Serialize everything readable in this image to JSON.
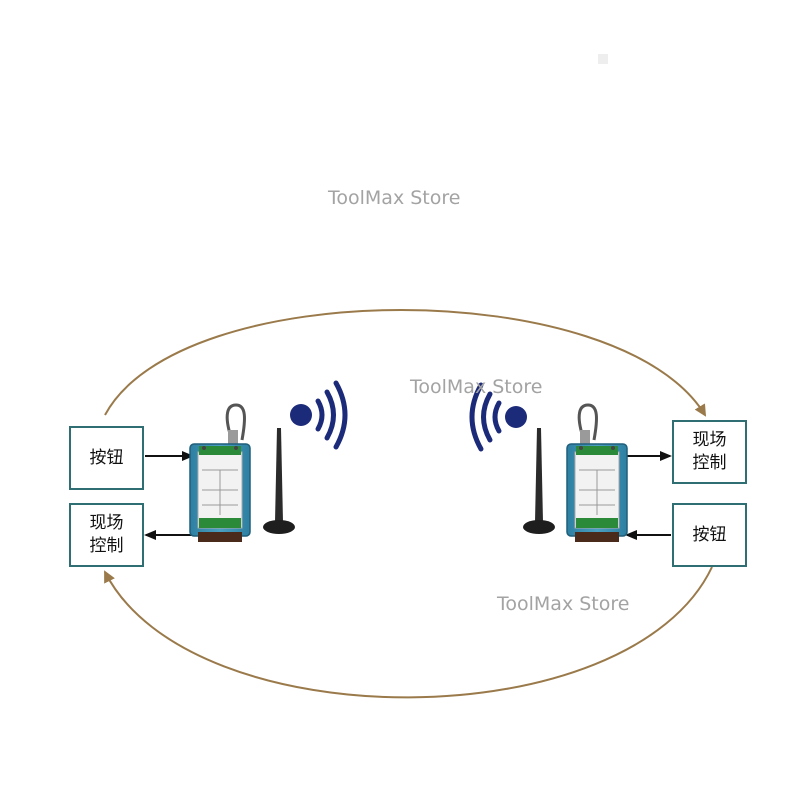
{
  "watermarks": [
    "ToolMax Store",
    "ToolMax Store",
    "ToolMax Store"
  ],
  "left_button_box": {
    "label": "按钮"
  },
  "left_field_control_box": {
    "line1": "现场",
    "line2": "控制"
  },
  "right_field_control_box": {
    "line1": "现场",
    "line2": "控制"
  },
  "right_button_box": {
    "label": "按钮"
  },
  "colors": {
    "loop_arrow": "#9a7a4a",
    "box_border": "#2f6f73",
    "module_body": "#3d8fb0",
    "signal": "#1c2a7a",
    "antenna": "#2b2b2b",
    "watermark": "#a3a3a3"
  },
  "icons": [
    "wireless-module-icon",
    "antenna-icon",
    "signal-waves-icon"
  ]
}
